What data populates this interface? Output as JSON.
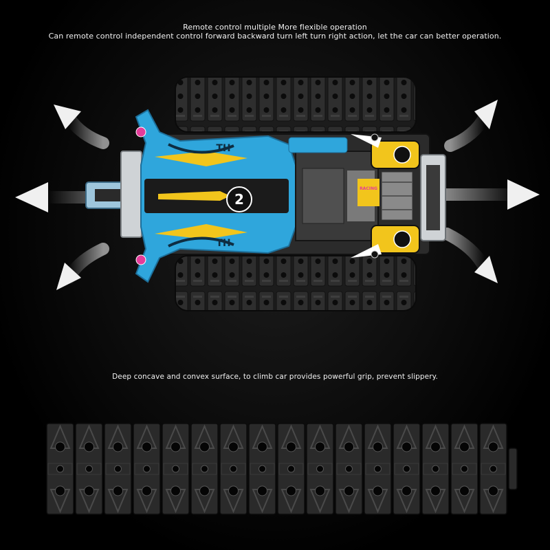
{
  "captions": {
    "top_line1": "Remote control multiple More flexible operation",
    "top_line2": "Can remote control independent control forward backward turn left turn right action, let the car can better operation.",
    "middle": "Deep concave and convex surface, to climb car provides powerful grip, prevent slippery."
  },
  "decals": {
    "number": "2",
    "brand": "TH",
    "badge": "RACING"
  },
  "colors": {
    "background": "#000000",
    "caption": "#f2f2f2",
    "body_blue": "#2fa6dc",
    "accent_yellow": "#f2c51c",
    "accent_pink": "#e43c9a",
    "track": "#2a2a2a",
    "arrow": "#f0f0f0"
  },
  "icons": [
    "arrow-up-left-icon",
    "arrow-left-icon",
    "arrow-down-left-icon",
    "arrow-up-right-icon",
    "arrow-right-icon",
    "arrow-down-right-icon"
  ]
}
